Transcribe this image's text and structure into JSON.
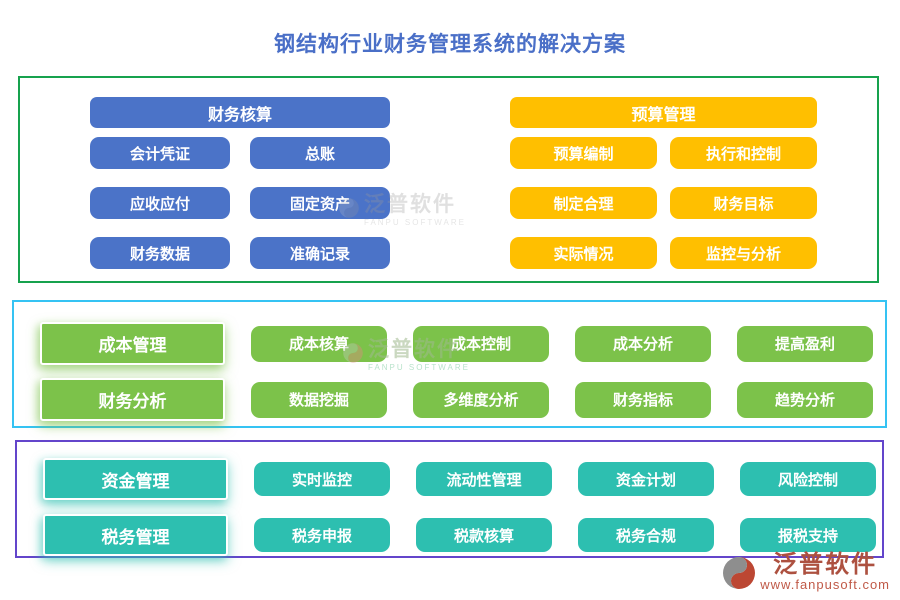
{
  "title": "钢结构行业财务管理系统的解决方案",
  "colors": {
    "title": "#4a6fc7",
    "finance_blue": "#4b73c8",
    "budget_yellow": "#ffbf00",
    "cost_green": "#7cc24a",
    "fund_teal": "#2dbfb0",
    "border_top": "#17a24d",
    "border_middle": "#35c3f3",
    "border_bottom": "#6345cb",
    "logo_red": "#ad5140"
  },
  "sections": {
    "top": {
      "groups": [
        {
          "header": "财务核算",
          "items": [
            "会计凭证",
            "总账",
            "应收应付",
            "固定资产",
            "财务数据",
            "准确记录"
          ]
        },
        {
          "header": "预算管理",
          "items": [
            "预算编制",
            "执行和控制",
            "制定合理",
            "财务目标",
            "实际情况",
            "监控与分析"
          ]
        }
      ]
    },
    "middle": {
      "rows": [
        {
          "header": "成本管理",
          "items": [
            "成本核算",
            "成本控制",
            "成本分析",
            "提高盈利"
          ]
        },
        {
          "header": "财务分析",
          "items": [
            "数据挖掘",
            "多维度分析",
            "财务指标",
            "趋势分析"
          ]
        }
      ]
    },
    "bottom": {
      "rows": [
        {
          "header": "资金管理",
          "items": [
            "实时监控",
            "流动性管理",
            "资金计划",
            "风险控制"
          ]
        },
        {
          "header": "税务管理",
          "items": [
            "税务申报",
            "税款核算",
            "税务合规",
            "报税支持"
          ]
        }
      ]
    }
  },
  "watermark": {
    "name": "泛普软件",
    "sub": "FANPU SOFTWARE"
  },
  "logo": {
    "name": "泛普软件",
    "url": "www.fanpusoft.com"
  }
}
